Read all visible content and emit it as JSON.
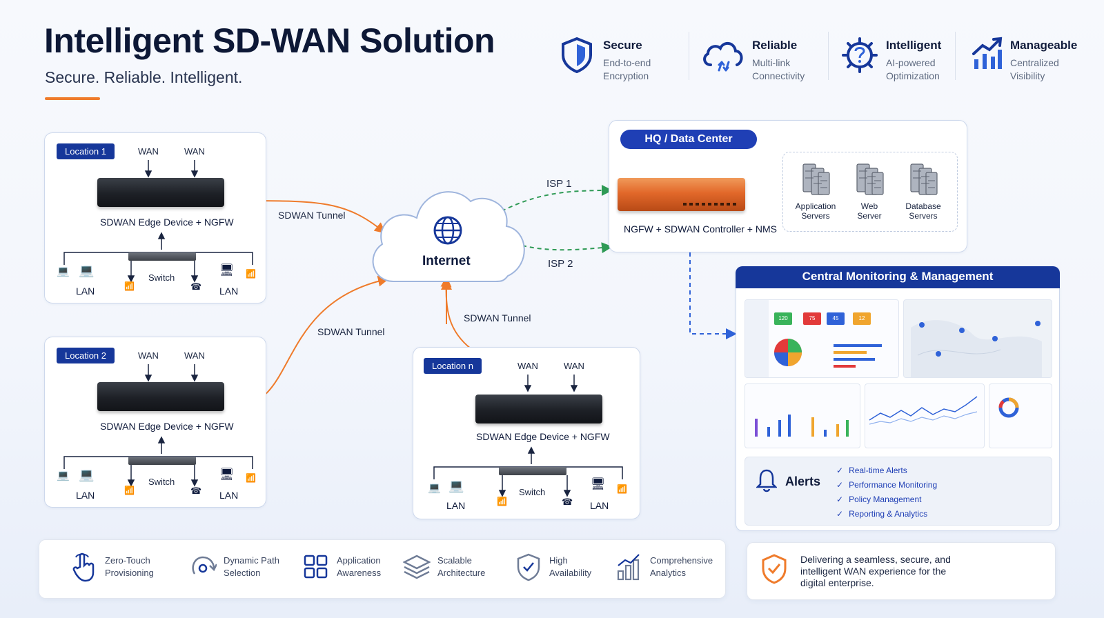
{
  "header": {
    "title": "Intelligent SD-WAN Solution",
    "subtitle": "Secure. Reliable. Intelligent."
  },
  "features": [
    {
      "icon": "shield-icon",
      "title": "Secure",
      "desc1": "End-to-end",
      "desc2": "Encryption"
    },
    {
      "icon": "cloud-sync-icon",
      "title": "Reliable",
      "desc1": "Multi-link",
      "desc2": "Connectivity"
    },
    {
      "icon": "ai-chip-icon",
      "title": "Intelligent",
      "desc1": "AI-powered",
      "desc2": "Optimization"
    },
    {
      "icon": "chart-up-icon",
      "title": "Manageable",
      "desc1": "Centralized",
      "desc2": "Visibility"
    }
  ],
  "locations": [
    {
      "badge": "Location 1",
      "wan1": "WAN",
      "wan2": "WAN",
      "device": "SDWAN Edge Device + NGFW",
      "switch": "Switch",
      "lan_left": "LAN",
      "lan_right": "LAN"
    },
    {
      "badge": "Location 2",
      "wan1": "WAN",
      "wan2": "WAN",
      "device": "SDWAN Edge Device + NGFW",
      "switch": "Switch",
      "lan_left": "LAN",
      "lan_right": "LAN"
    },
    {
      "badge": "Location n",
      "wan1": "WAN",
      "wan2": "WAN",
      "device": "SDWAN Edge Device + NGFW",
      "switch": "Switch",
      "lan_left": "LAN",
      "lan_right": "LAN"
    }
  ],
  "internet": {
    "label": "Internet"
  },
  "links": {
    "tunnel1": "SDWAN Tunnel",
    "tunnel2": "SDWAN Tunnel",
    "tunnel3": "SDWAN Tunnel",
    "isp1": "ISP 1",
    "isp2": "ISP 2"
  },
  "hq": {
    "badge": "HQ / Data Center",
    "device": "NGFW + SDWAN Controller + NMS",
    "servers": [
      {
        "line1": "Application",
        "line2": "Servers"
      },
      {
        "line1": "Web",
        "line2": "Server"
      },
      {
        "line1": "Database",
        "line2": "Servers"
      }
    ]
  },
  "monitoring": {
    "title": "Central Monitoring & Management",
    "kpis": [
      "120",
      "75",
      "45",
      "12"
    ],
    "alerts_title": "Alerts",
    "alerts": [
      "Real-time Alerts",
      "Performance Monitoring",
      "Policy Management",
      "Reporting & Analytics"
    ]
  },
  "bottom": {
    "items": [
      {
        "icon": "touch-icon",
        "line1": "Zero-Touch",
        "line2": "Provisioning"
      },
      {
        "icon": "path-icon",
        "line1": "Dynamic Path",
        "line2": "Selection"
      },
      {
        "icon": "grid-icon",
        "line1": "Application",
        "line2": "Awareness"
      },
      {
        "icon": "layers-icon",
        "line1": "Scalable",
        "line2": "Architecture"
      },
      {
        "icon": "shield-check-icon",
        "line1": "High",
        "line2": "Availability"
      },
      {
        "icon": "analytics-icon",
        "line1": "Comprehensive",
        "line2": "Analytics"
      }
    ],
    "promo1": "Delivering a seamless, secure, and",
    "promo2": "intelligent WAN experience for the",
    "promo3": "digital enterprise."
  },
  "colors": {
    "brand": "#16379a",
    "accent": "#ef7b2b",
    "isp": "#2e9a55"
  }
}
